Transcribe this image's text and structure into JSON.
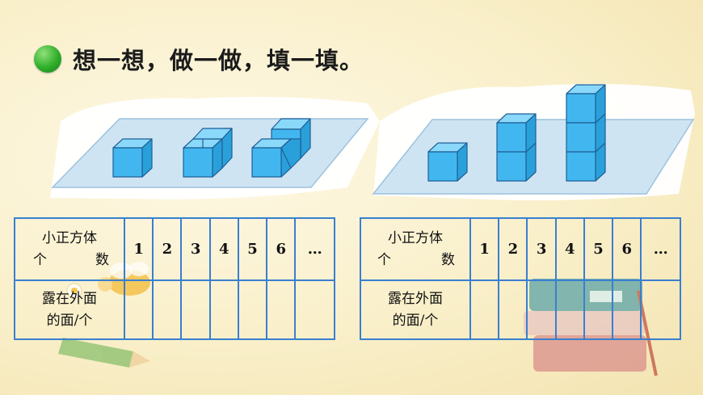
{
  "header": {
    "title": "想一想，做一做，填一填。"
  },
  "tables": [
    {
      "row1_label_line1": "小正方体",
      "row1_label_line2_a": "个",
      "row1_label_line2_b": "数",
      "row2_label_line1": "露在外面",
      "row2_label_line2": "的面/个",
      "numbers": [
        "1",
        "2",
        "3",
        "4",
        "5",
        "6",
        "…"
      ]
    },
    {
      "row1_label_line1": "小正方体",
      "row1_label_line2_a": "个",
      "row1_label_line2_b": "数",
      "row2_label_line1": "露在外面",
      "row2_label_line2": "的面/个",
      "numbers": [
        "1",
        "2",
        "3",
        "4",
        "5",
        "6",
        "…"
      ]
    }
  ],
  "colors": {
    "cube_front": "#3fb6ee",
    "cube_top": "#7dd3f7",
    "cube_side": "#2a9fd8",
    "cube_edge": "#1f5f96",
    "table_border": "#3a7fd0",
    "plane": "#c7dff0"
  }
}
